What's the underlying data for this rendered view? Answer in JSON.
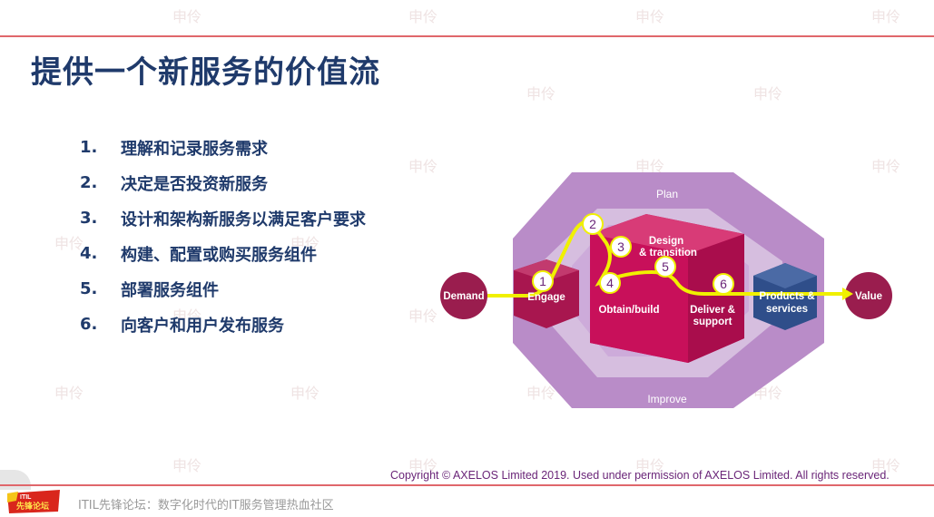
{
  "slide": {
    "title": "提供一个新服务的价值流",
    "watermark_text": "申伶",
    "items": [
      {
        "num": "1.",
        "text": "理解和记录服务需求"
      },
      {
        "num": "2.",
        "text": "决定是否投资新服务"
      },
      {
        "num": "3.",
        "text": "设计和架构新服务以满足客户要求"
      },
      {
        "num": "4.",
        "text": "构建、配置或购买服务组件"
      },
      {
        "num": "5.",
        "text": "部署服务组件"
      },
      {
        "num": "6.",
        "text": "向客户和用户发布服务"
      }
    ]
  },
  "diagram": {
    "plan": "Plan",
    "improve": "Improve",
    "demand": "Demand",
    "engage": "Engage",
    "design1": "Design",
    "design2": "& transition",
    "obtain": "Obtain/build",
    "deliver1": "Deliver &",
    "deliver2": "support",
    "products1": "Products &",
    "products2": "services",
    "value": "Value",
    "steps": [
      "1",
      "2",
      "3",
      "4",
      "5",
      "6"
    ],
    "colors": {
      "outer": "#b98cc8",
      "inner": "#d6bedf",
      "demand_circle": "#9a1d4e",
      "cube": "#c8105a",
      "products": "#2f4e8a",
      "path": "#f0f000"
    }
  },
  "footer": {
    "copyright": "Copyright © AXELOS Limited 2019. Used under permission of AXELOS Limited. All rights reserved.",
    "community": "ITIL先锋论坛：数字化时代的IT服务管理热血社区",
    "logo_line1": "ITIL",
    "logo_line2": "先锋论坛"
  }
}
